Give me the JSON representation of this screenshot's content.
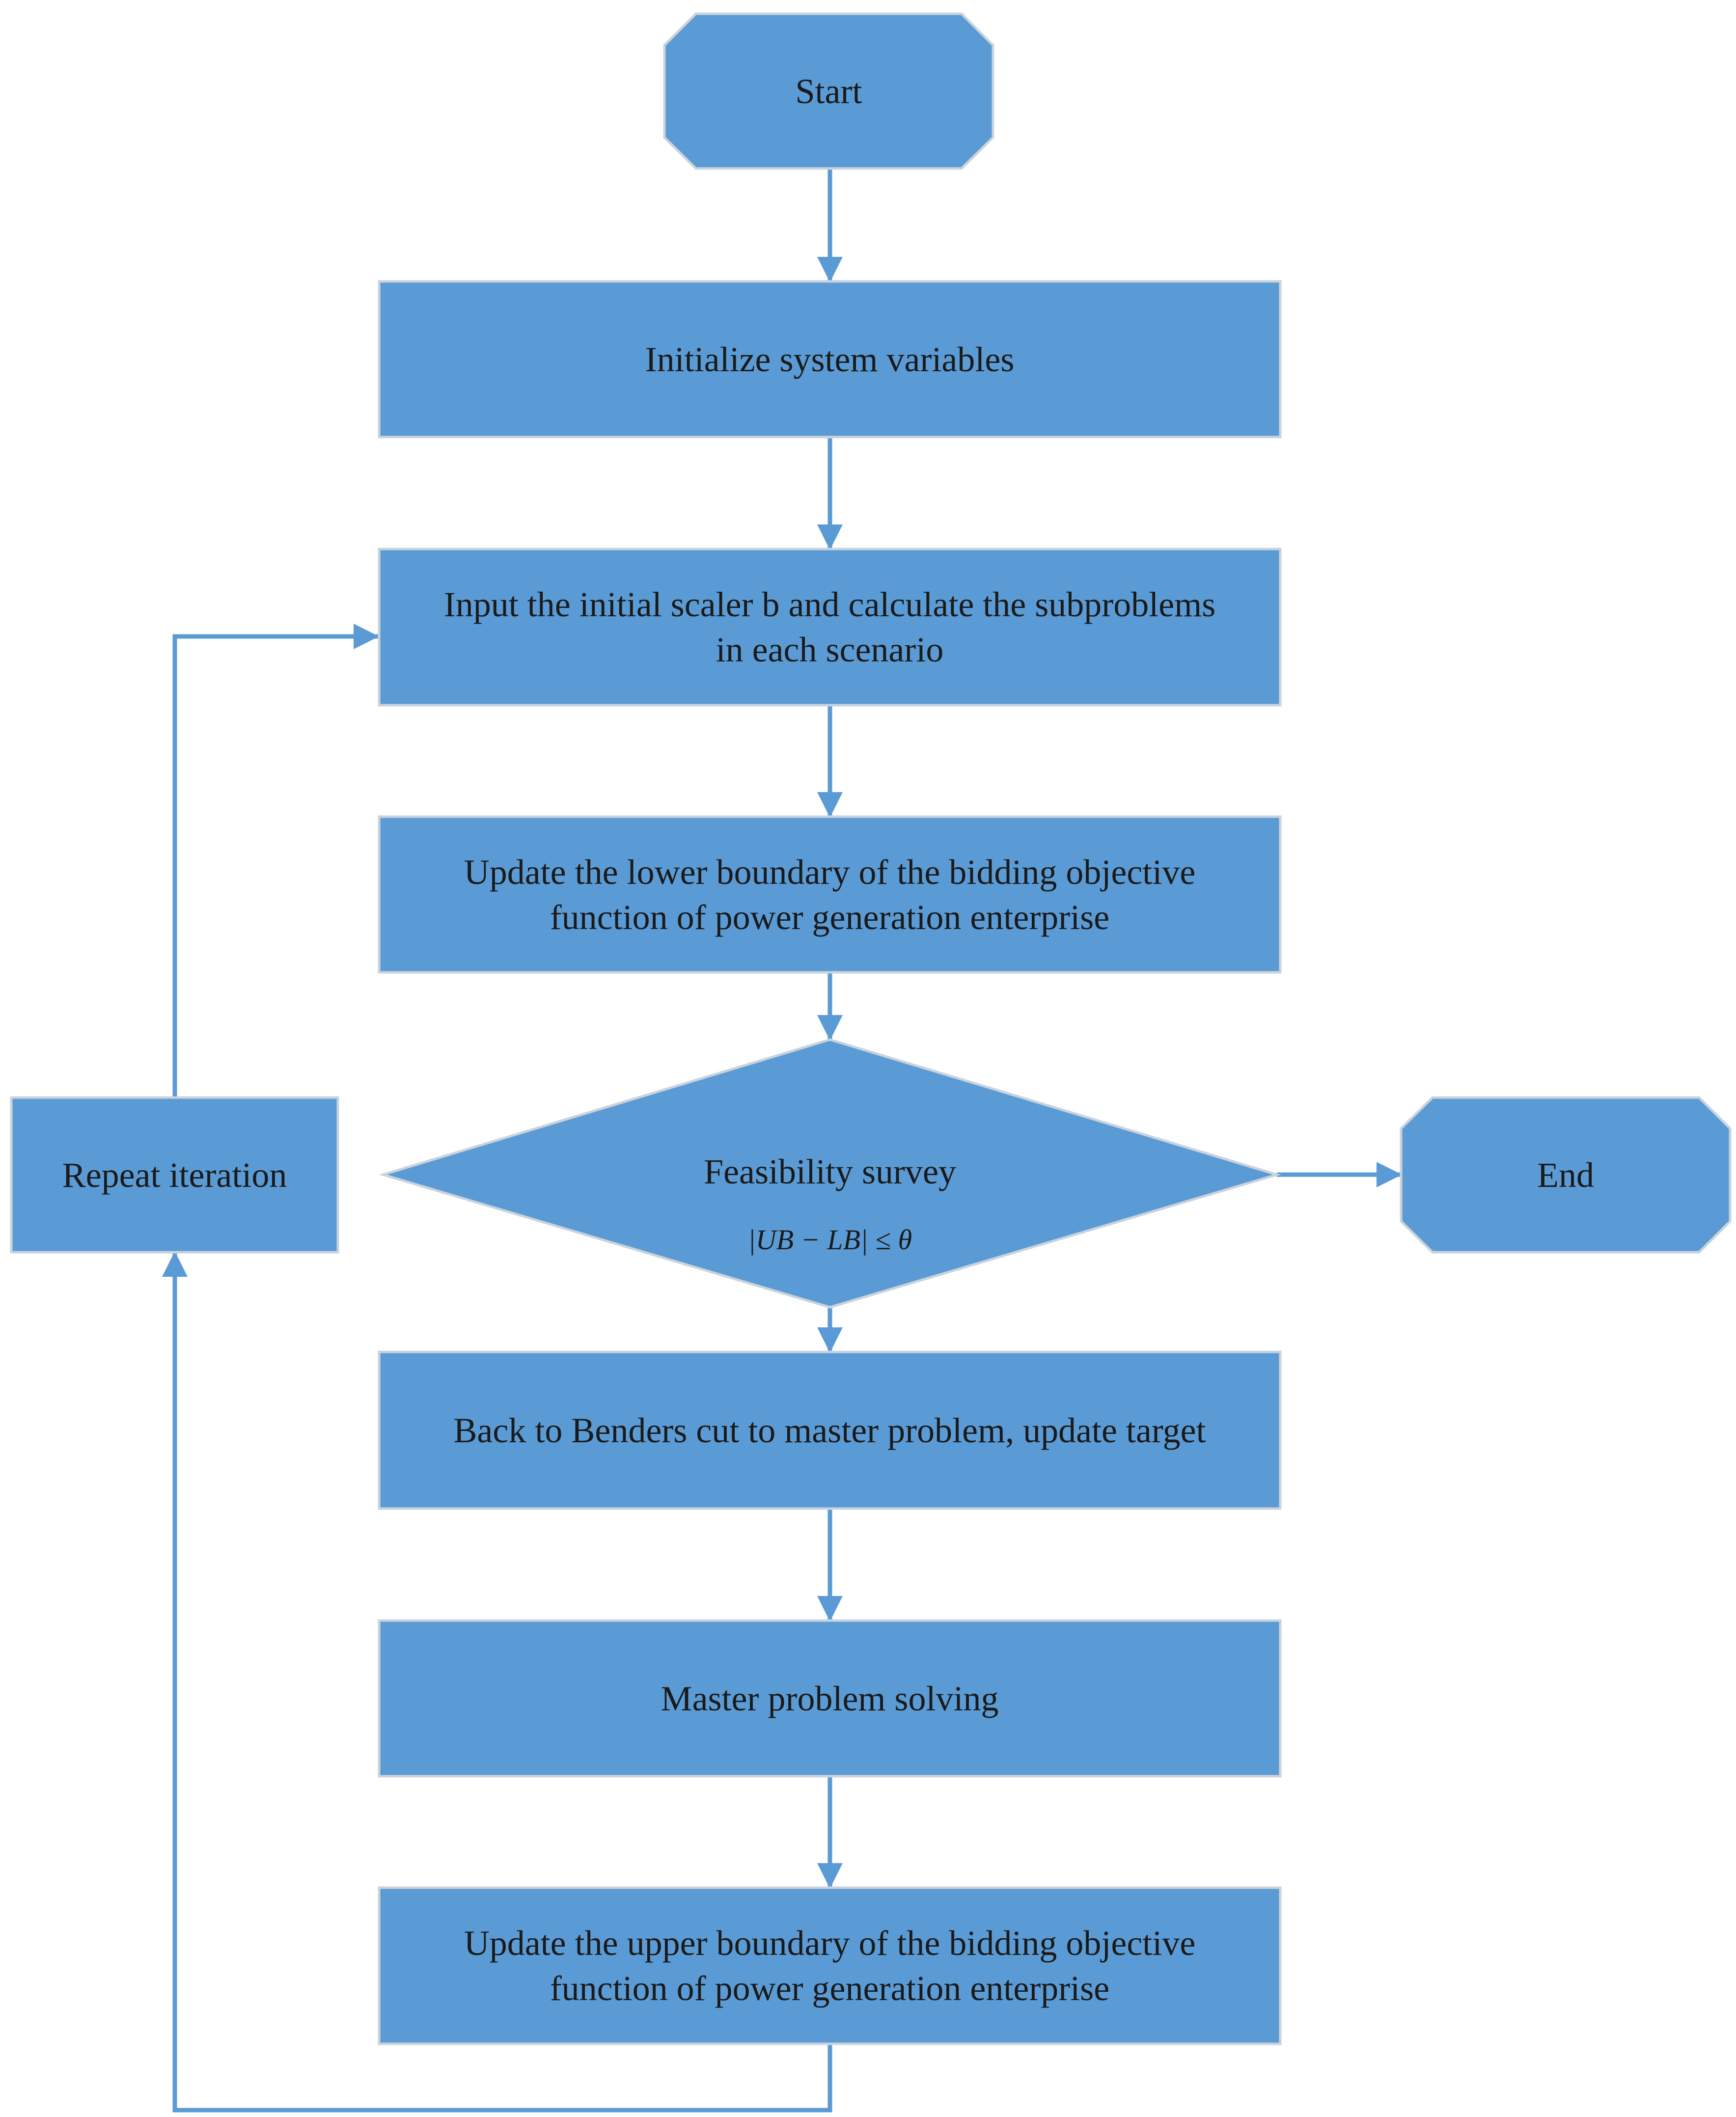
{
  "flowchart": {
    "colors": {
      "fill": "#5b9bd5",
      "stroke": "#c9d3dd",
      "connector": "#5b9bd5",
      "text": "#1a1a1a"
    },
    "nodes": {
      "start": "Start",
      "initialize": "Initialize system variables",
      "input": "Input the initial scaler b and calculate the subproblems\nin each scenario",
      "update_lower": "Update the lower boundary of the bidding objective\nfunction of power generation enterprise",
      "feasibility": "Feasibility survey",
      "feasibility_condition": "|UB − LB| ≤ θ",
      "end": "End",
      "repeat": "Repeat iteration",
      "benders": "Back to Benders cut to master problem, update target",
      "master": "Master problem solving",
      "update_upper": "Update the upper boundary of the bidding objective\nfunction of power generation enterprise"
    }
  }
}
